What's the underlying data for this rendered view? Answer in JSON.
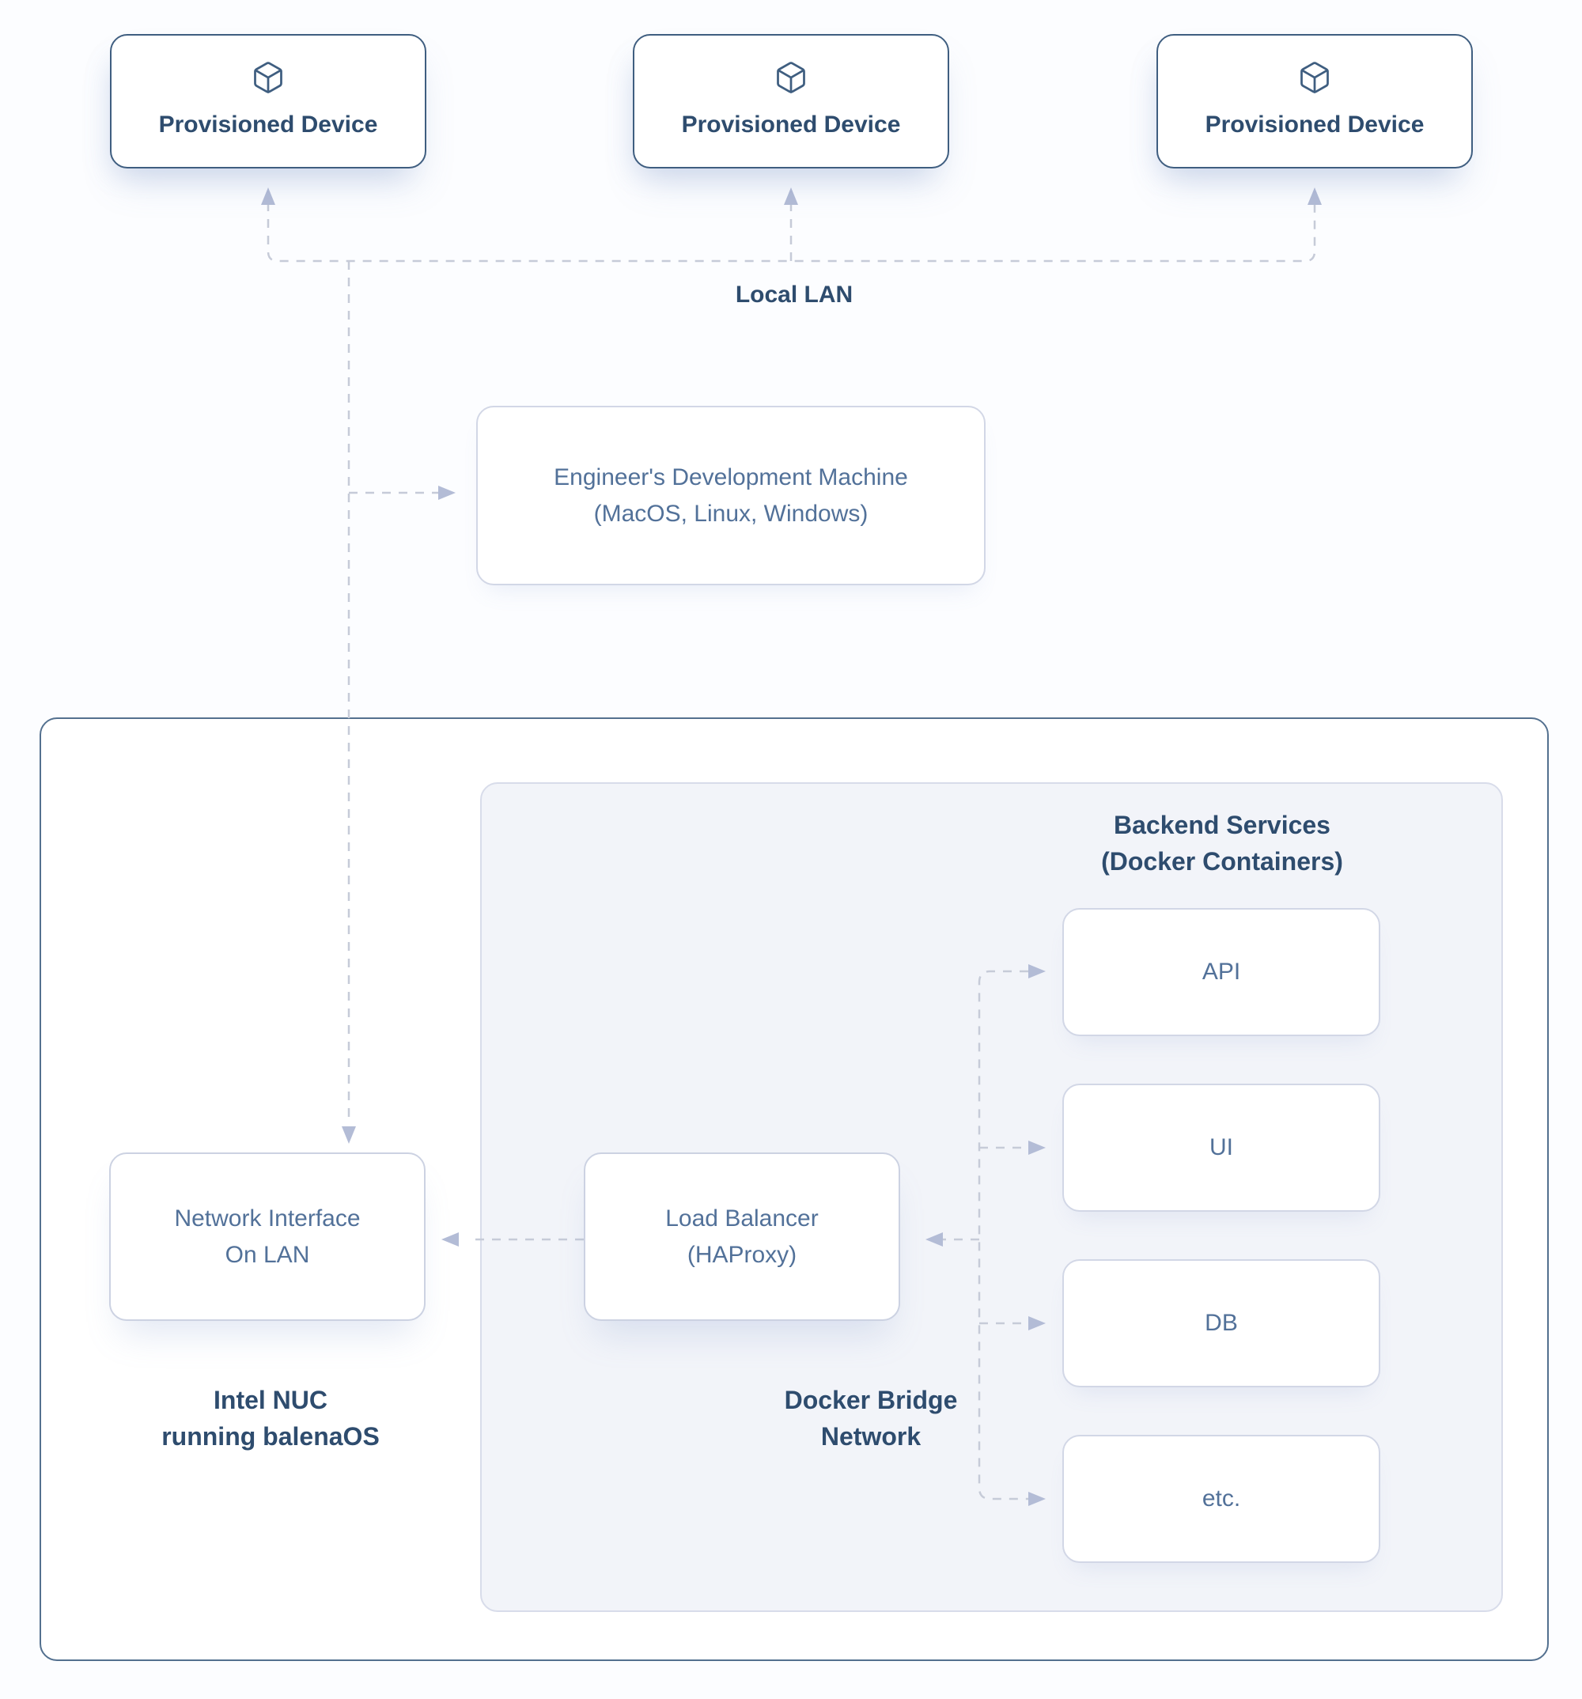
{
  "diagram": {
    "devices": [
      {
        "label": "Provisioned Device"
      },
      {
        "label": "Provisioned Device"
      },
      {
        "label": "Provisioned Device"
      }
    ],
    "lan_label": "Local LAN",
    "dev_machine": {
      "line1": "Engineer's Development Machine",
      "line2": "(MacOS, Linux, Windows)"
    },
    "host_label": {
      "line1": "Intel NUC",
      "line2": "running balenaOS"
    },
    "network_interface": {
      "line1": "Network Interface",
      "line2": "On LAN"
    },
    "load_balancer": {
      "line1": "Load Balancer",
      "line2": "(HAProxy)"
    },
    "backend_services_label": {
      "line1": "Backend Services",
      "line2": "(Docker Containers)"
    },
    "docker_bridge_label": {
      "line1": "Docker Bridge",
      "line2": "Network"
    },
    "services": [
      {
        "label": "API"
      },
      {
        "label": "UI"
      },
      {
        "label": "DB"
      },
      {
        "label": "etc."
      }
    ],
    "icons": {
      "device_icon": "cube-icon"
    },
    "colors": {
      "dark_text": "#2e4c6e",
      "body_text": "#527199",
      "device_border": "#3f5e80",
      "outer_border": "#53708f",
      "light_border": "#d2d7e6",
      "inner_fill": "#f2f4f9",
      "dash_line": "#c6cbd8",
      "arrowhead": "#b3bcd6",
      "background": "#fcfdff"
    }
  }
}
